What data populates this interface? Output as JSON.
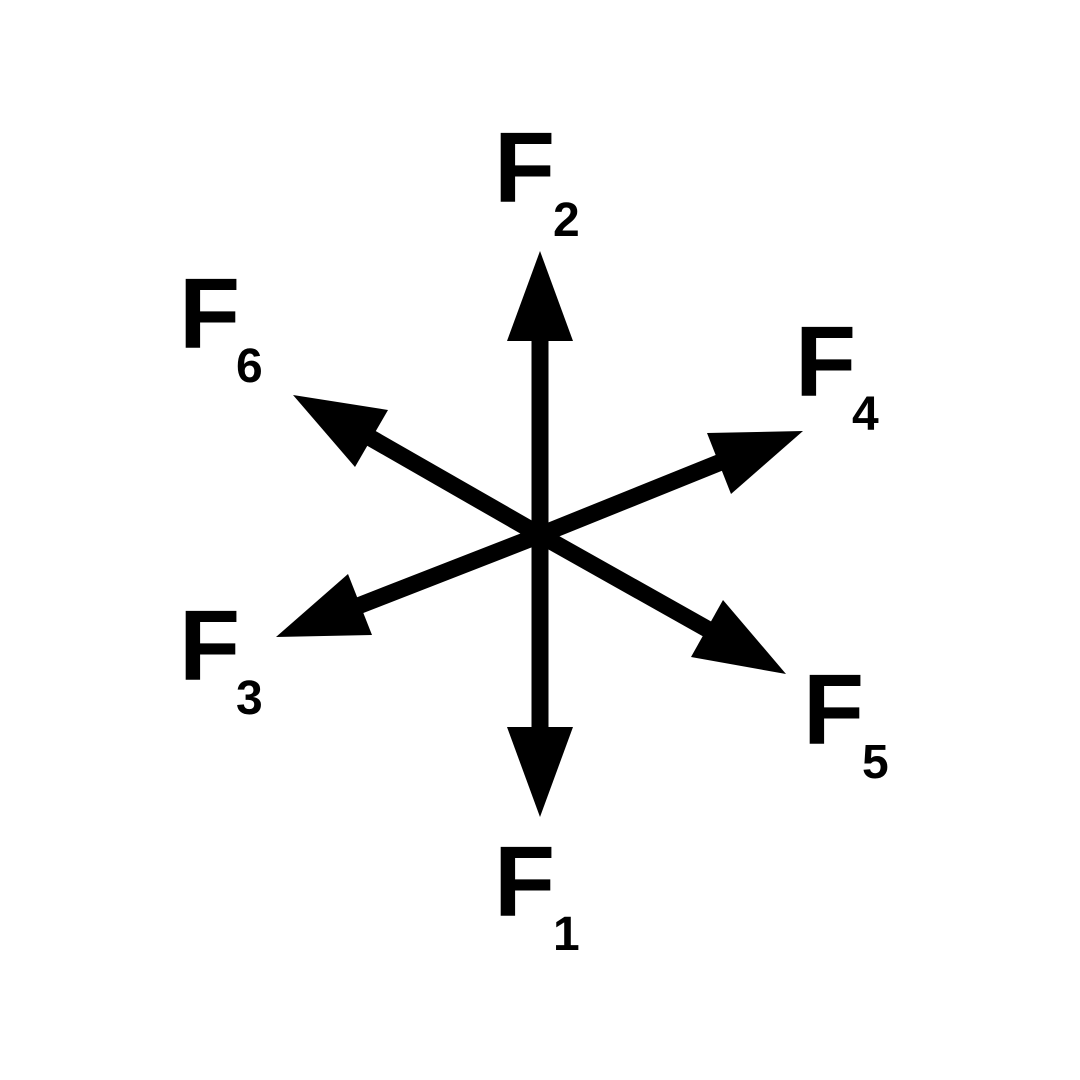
{
  "diagram": {
    "title": "",
    "color": "#000000",
    "forces": [
      {
        "id": "F1",
        "symbol": "F",
        "subscript": "1",
        "direction": "down"
      },
      {
        "id": "F2",
        "symbol": "F",
        "subscript": "2",
        "direction": "up"
      },
      {
        "id": "F3",
        "symbol": "F",
        "subscript": "3",
        "direction": "lower-left"
      },
      {
        "id": "F4",
        "symbol": "F",
        "subscript": "4",
        "direction": "upper-right"
      },
      {
        "id": "F5",
        "symbol": "F",
        "subscript": "5",
        "direction": "lower-right"
      },
      {
        "id": "F6",
        "symbol": "F",
        "subscript": "6",
        "direction": "upper-left"
      }
    ]
  }
}
